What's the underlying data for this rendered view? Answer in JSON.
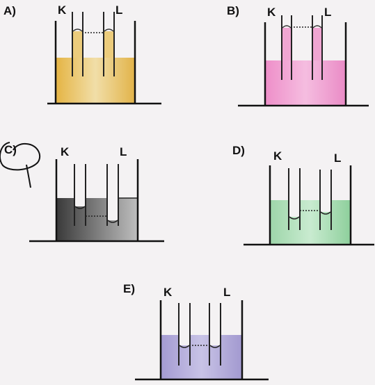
{
  "panels": [
    {
      "id": "A",
      "label": "A)",
      "tube_k": "K",
      "tube_l": "L",
      "liquid_color": "#e9c465",
      "circled": false
    },
    {
      "id": "B",
      "label": "B)",
      "tube_k": "K",
      "tube_l": "L",
      "liquid_color": "#ef9fcf",
      "circled": false
    },
    {
      "id": "C",
      "label": "C)",
      "tube_k": "K",
      "tube_l": "L",
      "liquid_color": "#5a5a5a",
      "circled": true
    },
    {
      "id": "D",
      "label": "D)",
      "tube_k": "K",
      "tube_l": "L",
      "liquid_color": "#a6dcb2",
      "circled": false
    },
    {
      "id": "E",
      "label": "E)",
      "tube_k": "K",
      "tube_l": "L",
      "liquid_color": "#b3acd8",
      "circled": false
    }
  ]
}
